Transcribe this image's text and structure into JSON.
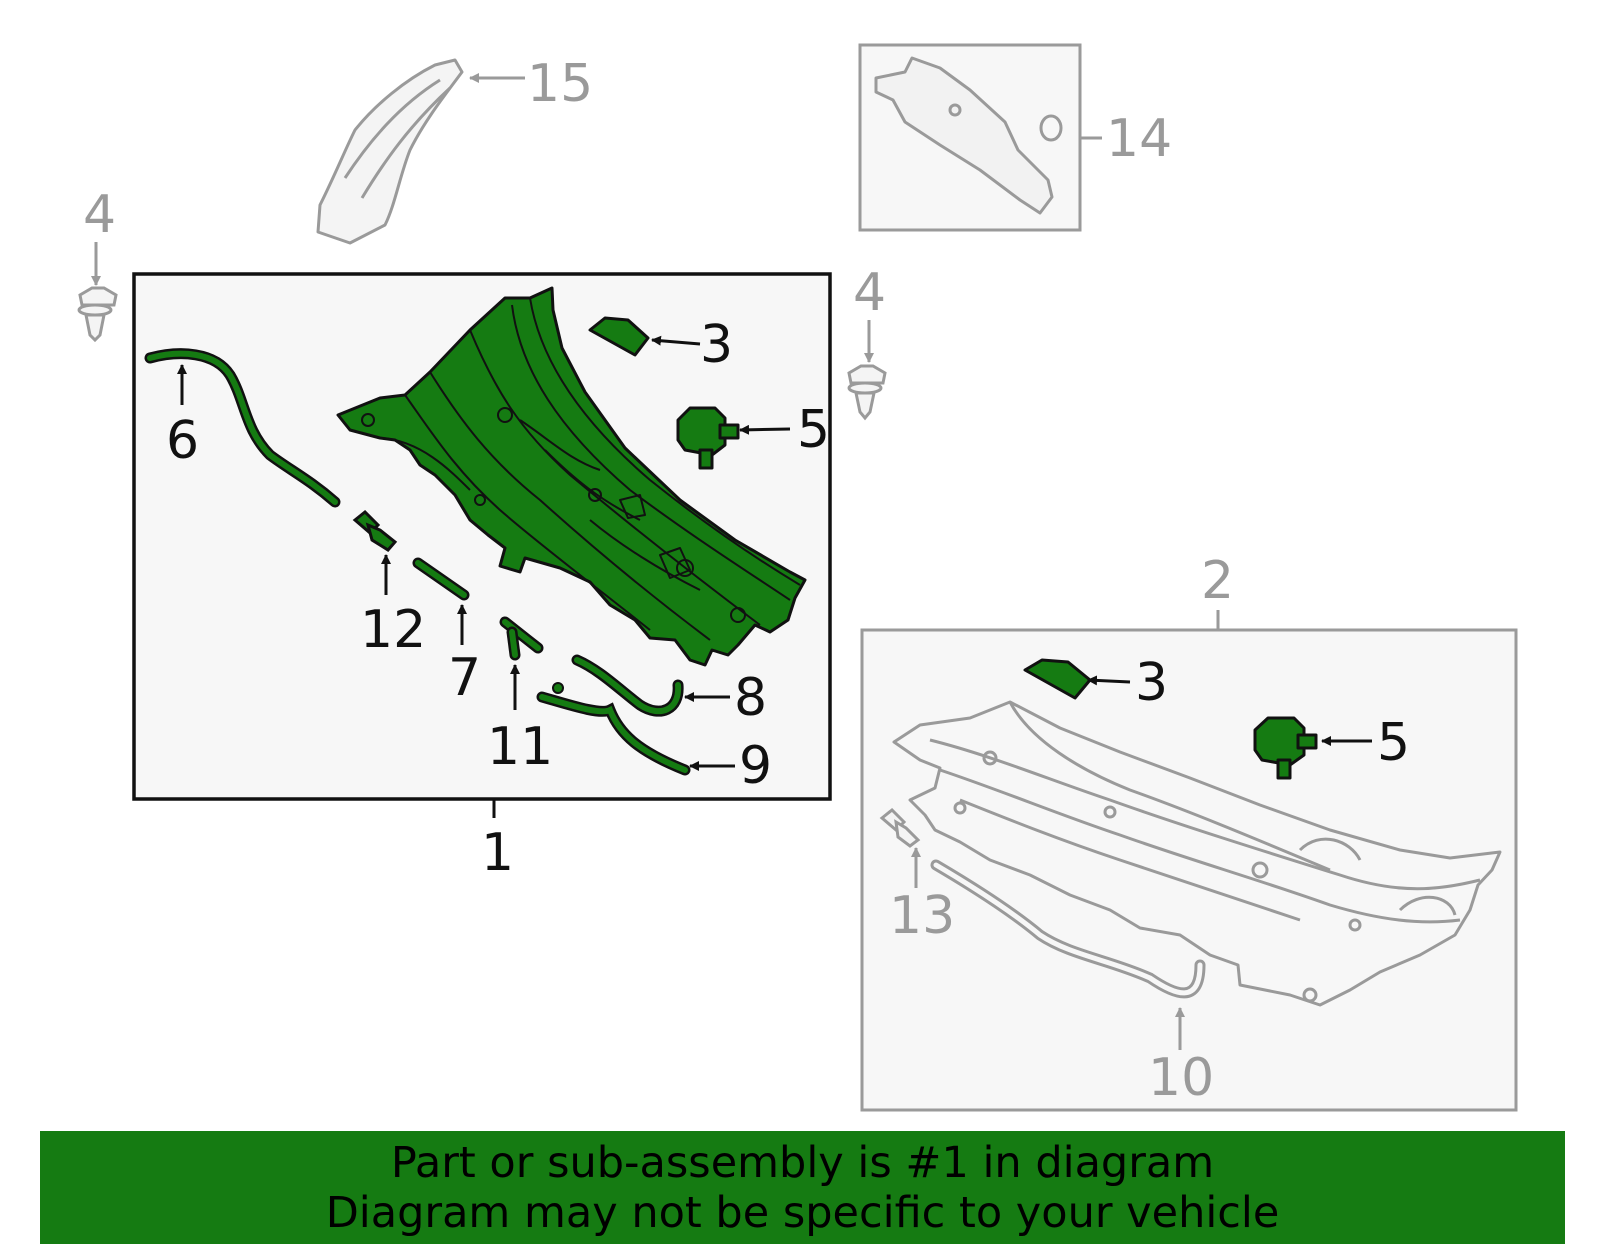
{
  "diagram": {
    "callouts_group_1": [
      "1",
      "3",
      "5",
      "6",
      "7",
      "8",
      "9",
      "11",
      "12"
    ],
    "callouts_group_2": [
      "2",
      "3",
      "5",
      "10",
      "13"
    ],
    "callouts_separate": [
      "4",
      "4",
      "14",
      "15"
    ],
    "colors": {
      "highlight": "#157b12",
      "line_dark": "#111111",
      "line_gray": "#9a9a9a",
      "panel_fill": "#f7f7f7"
    }
  },
  "banner": {
    "line1": "Part or sub-assembly is #1 in diagram",
    "line2": "Diagram may not be specific to your vehicle"
  }
}
